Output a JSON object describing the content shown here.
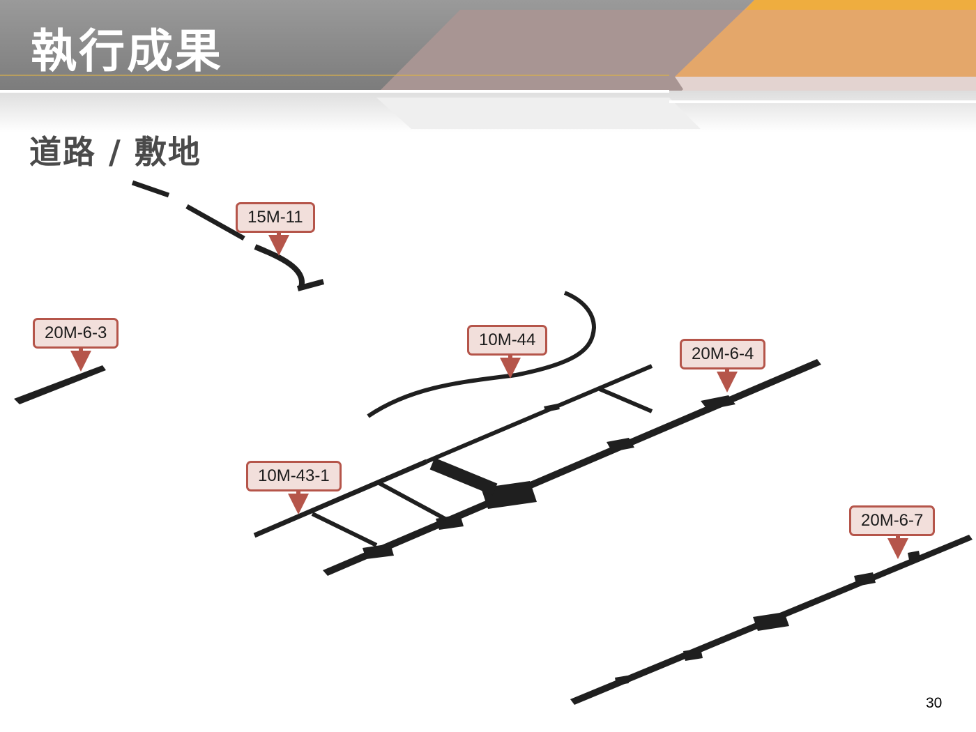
{
  "slide": {
    "title": "執行成果",
    "subtitle": "道路 / 敷地",
    "page_number": "30"
  },
  "colors": {
    "banner_gray": "#8a8a8a",
    "banner_orange": "#e4a76a",
    "banner_mauve": "#a89593",
    "road_fill": "#1f1f1f",
    "label_fill": "#f2dfdb",
    "label_border": "#b5554a",
    "arrow": "#b5554a"
  },
  "road_labels": {
    "r15m_11": "15M-11",
    "r20m_6_3": "20M-6-3",
    "r10m_44": "10M-44",
    "r20m_6_4": "20M-6-4",
    "r10m_43_1": "10M-43-1",
    "r20m_6_7": "20M-6-7"
  }
}
